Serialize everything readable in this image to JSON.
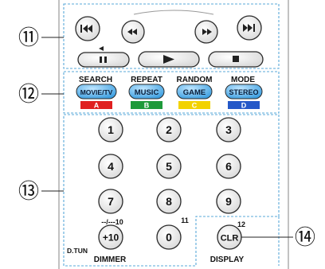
{
  "callouts": {
    "c11": "⑪",
    "c12": "⑫",
    "c13": "⑬",
    "c14": "⑭"
  },
  "section12": {
    "labels": [
      "SEARCH",
      "REPEAT",
      "RANDOM",
      "MODE"
    ],
    "buttons": [
      "MOVIE/TV",
      "MUSIC",
      "GAME",
      "STEREO"
    ],
    "tabs": [
      "A",
      "B",
      "C",
      "D"
    ],
    "tab_colors": [
      "#e02020",
      "#1e9a3a",
      "#f2d200",
      "#2458c8"
    ]
  },
  "section13": {
    "digits": [
      "1",
      "2",
      "3",
      "4",
      "5",
      "6",
      "7",
      "8",
      "9"
    ],
    "plus10": "+10",
    "zero": "0",
    "plus10_sub": "--/---10",
    "zero_sub": "11",
    "dtun": "D.TUN",
    "dimmer": "DIMMER"
  },
  "section14": {
    "clr": "CLR",
    "clr_sub": "12",
    "display": "DISPLAY"
  }
}
